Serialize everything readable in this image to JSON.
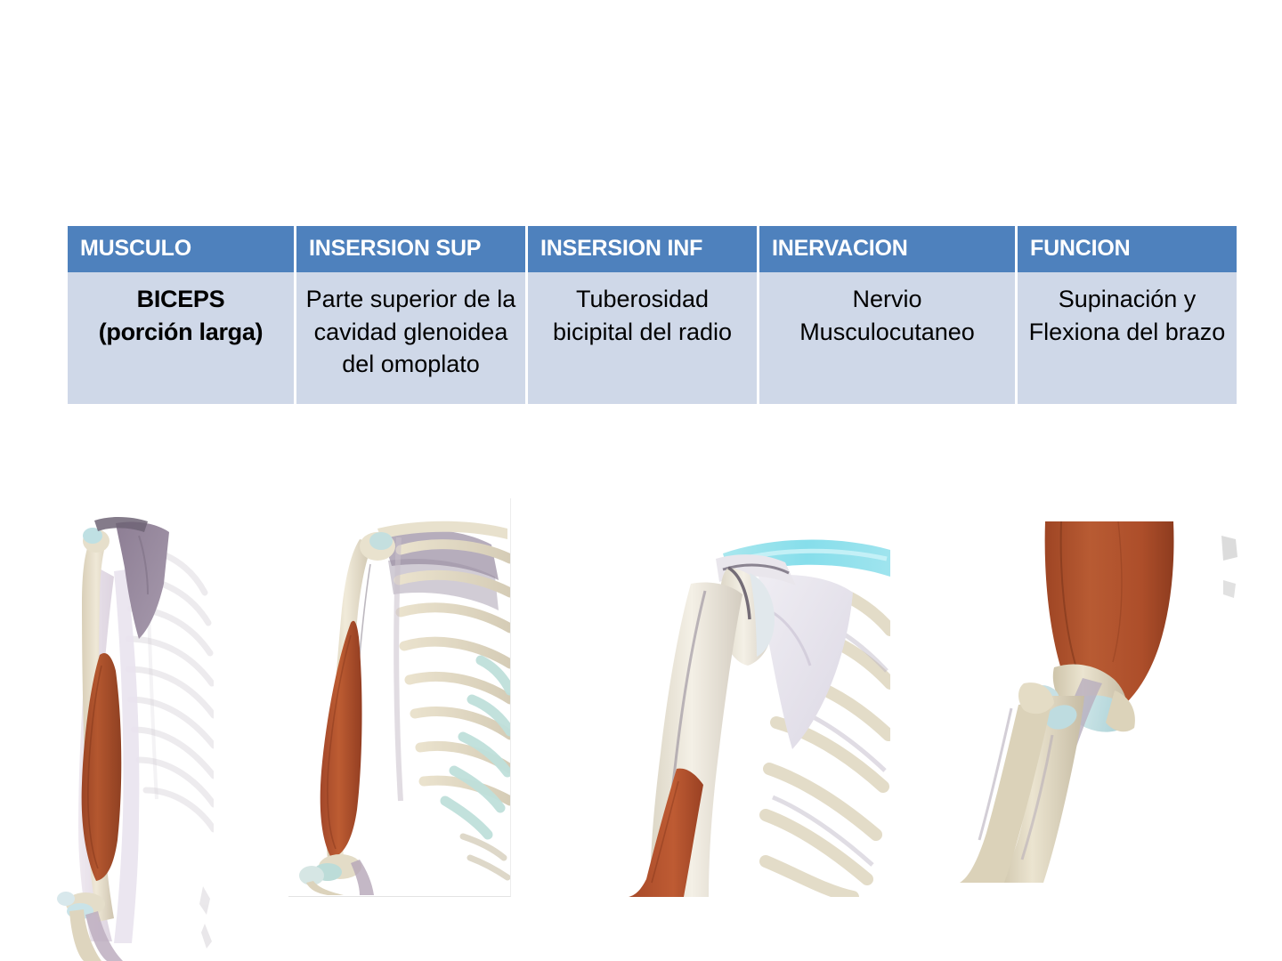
{
  "slide": {
    "background_color": "#FFFFFF",
    "topic": "BICEPS (porción larga)"
  },
  "table": {
    "header_background": "#4E81BD",
    "header_text_color": "#FFFFFF",
    "body_background": "#CFD8E8",
    "body_text_color": "#000000",
    "columns": [
      {
        "key": "musculo",
        "label": "MUSCULO"
      },
      {
        "key": "insersion_sup",
        "label": "INSERSION SUP"
      },
      {
        "key": "insersion_inf",
        "label": "INSERSION INF"
      },
      {
        "key": "inervacion",
        "label": "INERVACION"
      },
      {
        "key": "funcion",
        "label": "FUNCION"
      }
    ],
    "rows": [
      {
        "musculo_line1": "BICEPS",
        "musculo_line2": "(porción larga)",
        "insersion_sup": "Parte superior de la cavidad glenoidea del omoplato",
        "insersion_inf": "Tuberosidad bicipital del radio",
        "inervacion": "Nervio Musculocutaneo",
        "funcion": "Supinación y Flexiona del brazo"
      }
    ]
  },
  "figures": [
    {
      "name": "anterior-arm-biceps-scapula",
      "description": "Vista anterior del brazo: biceps braquial, escapula, humero y parrilla costal translucida",
      "muscle_color": "#A8522E",
      "bone_color": "#E4DCC6",
      "scapula_color": "#9B8AA0",
      "cartilage_color": "#BFE0E3"
    },
    {
      "name": "lateral-arm-ribcage",
      "description": "Vista lateral: biceps braquial con caja toracica y cartilagos costales",
      "muscle_color": "#B4502A",
      "bone_color": "#E6DDC7",
      "scapula_color": "#9C8FA4",
      "cartilage_color": "#C2E2DE"
    },
    {
      "name": "shoulder-joint-closeup",
      "description": "Acercamiento de la articulacion del hombro: clavicula, acromion, cavidad glenoidea y origen del biceps",
      "muscle_color": "#B05230",
      "bone_color": "#E6E0CE",
      "clavicle_color": "#8FE2EC",
      "cartilage_color": "#D6EEF2"
    },
    {
      "name": "elbow-insertion-closeup",
      "description": "Acercamiento del codo: insercion del biceps en la tuberosidad bicipital del radio",
      "muscle_color": "#AD4C2A",
      "bone_color": "#DED5BC",
      "cartilage_color": "#BBDCE0"
    },
    {
      "name": "image-edge-fragment",
      "description": "Fragmento residual de hueso en el borde derecho",
      "fragment_color": "#B9B9B9"
    }
  ]
}
